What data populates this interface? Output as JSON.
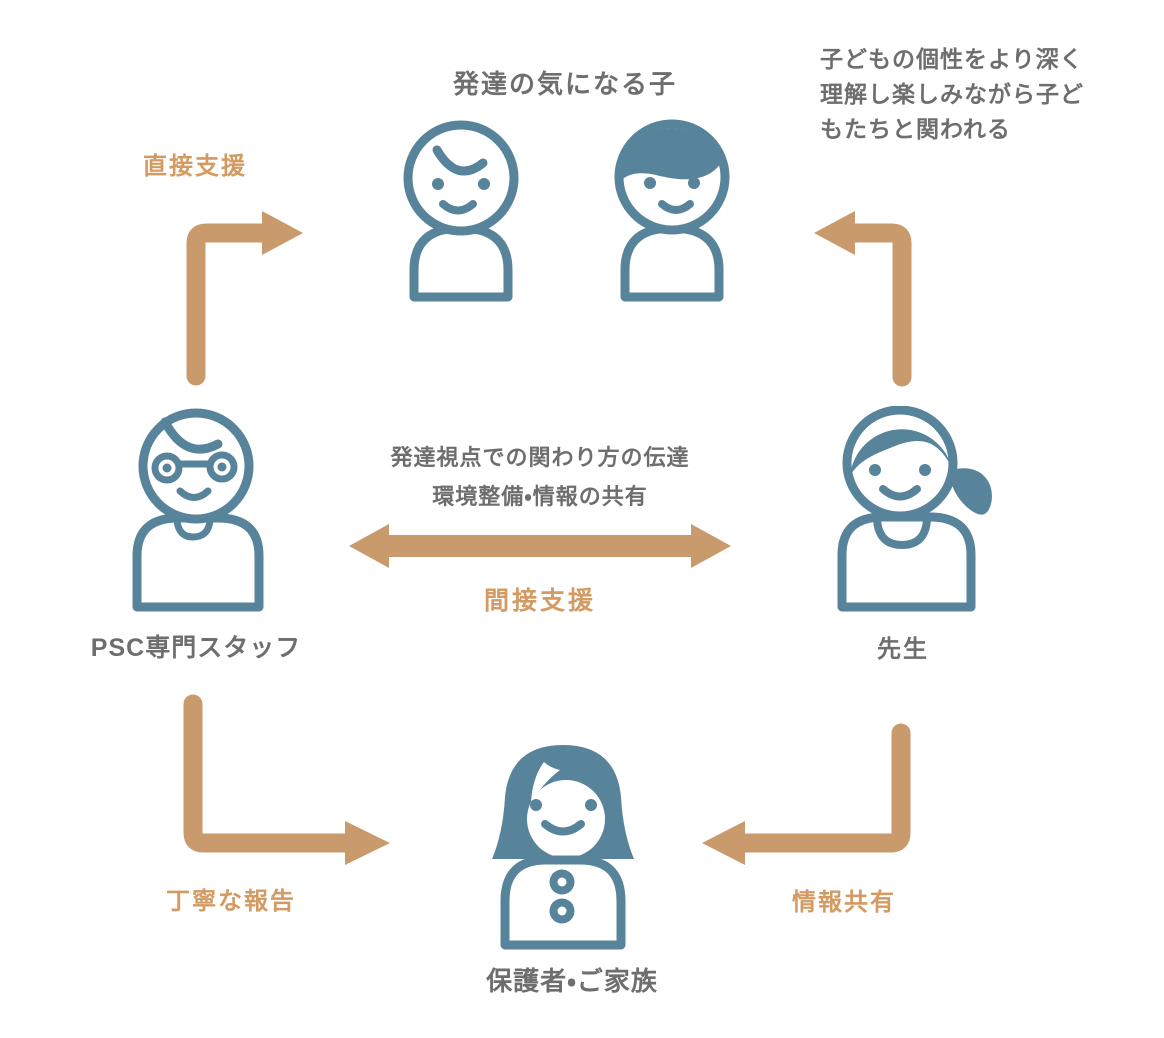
{
  "colors": {
    "background": "#FFFFFF",
    "icon_blue": "#57849A",
    "arrow_tan": "#C99A6B",
    "label_orange": "#D39A62",
    "text_gray": "#6E6E6E"
  },
  "nodes": {
    "children_title": "発達の気になる子",
    "staff_label": "PSC専門スタッフ",
    "teacher_label": "先生",
    "family_label": "保護者・ご家族"
  },
  "teacher_note": {
    "line1": "子どもの個性をより深く",
    "line2": "理解し楽しみながら子ど",
    "line3": "もたちと関われる"
  },
  "arrows": {
    "direct_support_label": "直接支援",
    "indirect_support_label": "間接支援",
    "indirect_caption_line1": "発達視点での関わり方の伝達",
    "indirect_caption_line2": "環境整備・情報の共有",
    "careful_report_label": "丁寧な報告",
    "info_sharing_label": "情報共有"
  }
}
